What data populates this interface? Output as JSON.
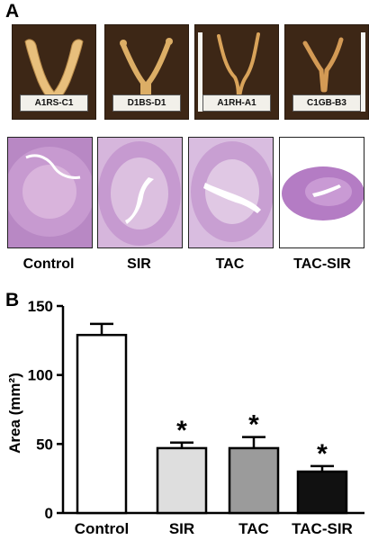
{
  "panel_a": {
    "letter": "A",
    "specimen_labels": [
      "A1RS-C1",
      "D1BS-D1",
      "A1RH-A1",
      "C1GB-B3"
    ],
    "group_labels": [
      "Control",
      "SIR",
      "TAC",
      "TAC-SIR"
    ]
  },
  "panel_b": {
    "letter": "B"
  },
  "colors": {
    "tissue_pink": "#d9a9d4",
    "tissue_purple": "#9c6aae",
    "specimen_tan": "#ddb06a",
    "photo_bg": "#3d2716"
  },
  "chart_data": {
    "type": "bar",
    "categories": [
      "Control",
      "SIR",
      "TAC",
      "TAC-SIR"
    ],
    "values": [
      129,
      47,
      47,
      30
    ],
    "errors": [
      8,
      4,
      8,
      4
    ],
    "bar_colors": [
      "#ffffff",
      "#dedede",
      "#9b9b9b",
      "#111111"
    ],
    "significance": [
      "",
      "*",
      "*",
      "*"
    ],
    "ylabel": "Area (mm²)",
    "ylim": [
      0,
      150
    ],
    "yticks": [
      0,
      50,
      100,
      150
    ],
    "grid": false
  }
}
